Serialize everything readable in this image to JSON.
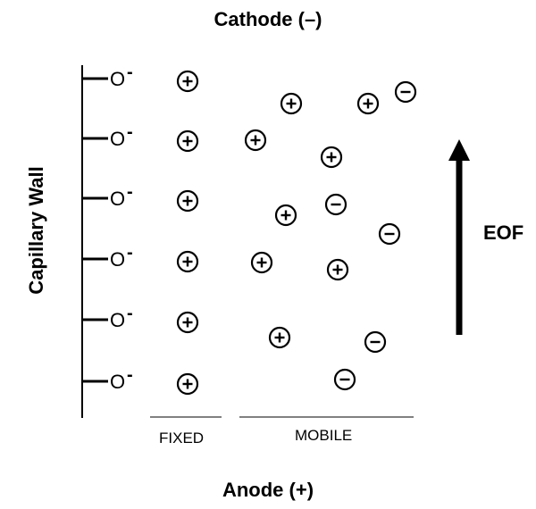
{
  "labels": {
    "cathode": "Cathode (–)",
    "anode": "Anode (+)",
    "wall": "Capillary Wall",
    "eof": "EOF",
    "fixed": "FIXED",
    "mobile": "MOBILE"
  },
  "wall_group": {
    "atom": "O",
    "charge": "-"
  },
  "fixed_ion_sign": "+",
  "mobile_ions": [
    "+",
    "+",
    "-",
    "+",
    "+",
    "+",
    "-",
    "-",
    "+",
    "+",
    "+",
    "-",
    "-"
  ],
  "colors": {
    "ink": "#000000",
    "background": "#ffffff"
  }
}
